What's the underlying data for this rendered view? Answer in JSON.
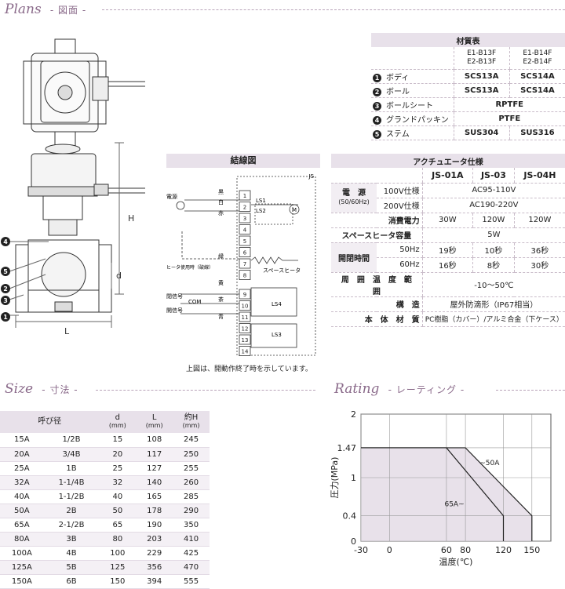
{
  "plans": {
    "title": "Plans",
    "subtitle": "- 図面 -"
  },
  "drawing": {
    "dim_H": "H",
    "dim_d": "d",
    "dim_L": "L",
    "callouts": [
      "4",
      "5",
      "2",
      "3",
      "1"
    ]
  },
  "materials": {
    "title": "材質表",
    "col1": [
      "E1-B13F",
      "E2-B13F"
    ],
    "col2": [
      "E1-B14F",
      "E2-B14F"
    ],
    "rows": [
      {
        "no": "1",
        "name": "ボディ",
        "v1": "SCS13A",
        "v2": "SCS14A"
      },
      {
        "no": "2",
        "name": "ボール",
        "v1": "SCS13A",
        "v2": "SCS14A"
      },
      {
        "no": "3",
        "name": "ボールシート",
        "v": "RPTFE"
      },
      {
        "no": "4",
        "name": "グランドパッキン",
        "v": "PTFE"
      },
      {
        "no": "5",
        "name": "ステム",
        "v1": "SUS304",
        "v2": "SUS316"
      }
    ]
  },
  "wiring": {
    "title": "結線図",
    "js": "JS",
    "power": "電源",
    "colors": [
      "黒",
      "白",
      "赤",
      "緑",
      "黄",
      "茶",
      "青"
    ],
    "terminals": [
      "1",
      "2",
      "3",
      "4",
      "5",
      "6",
      "7",
      "8",
      "9",
      "10",
      "11",
      "12",
      "13",
      "14"
    ],
    "switches": [
      "LS1",
      "LS2",
      "LS4",
      "LS3"
    ],
    "motor": "M",
    "heater_note": "ヒータ使用時（破線）",
    "heater": "スペースヒータ",
    "close_sig": "閉信号",
    "open_sig": "開信号",
    "com": "COM",
    "note": "上図は、開動作終了時を示しています。"
  },
  "actuator": {
    "title": "アクチュエータ仕様",
    "models": [
      "JS-01A",
      "JS-03",
      "JS-04H"
    ],
    "power_label": "電　源",
    "power_sub": "(50/60Hz)",
    "power_rows": [
      {
        "k": "100V仕様",
        "v": "AC95-110V"
      },
      {
        "k": "200V仕様",
        "v": "AC190-220V"
      }
    ],
    "consumption": {
      "k": "消費電力",
      "v": [
        "30W",
        "120W",
        "120W"
      ]
    },
    "heater_cap": {
      "k": "スペースヒータ容量",
      "v": "5W"
    },
    "time_label": "開閉時間",
    "time_rows": [
      {
        "k": "50Hz",
        "v": [
          "19秒",
          "10秒",
          "36秒"
        ]
      },
      {
        "k": "60Hz",
        "v": [
          "16秒",
          "8秒",
          "30秒"
        ]
      }
    ],
    "ambient": {
      "k": "周　囲　温　度　範　囲",
      "v": "-10〜50℃"
    },
    "structure": {
      "k": "構　造",
      "v": "屋外防滴形（IP67相当）"
    },
    "body_mat": {
      "k": "本　体　材　質",
      "v": "PC樹脂（カバー）/アルミ合金（下ケース）"
    }
  },
  "size": {
    "title": "Size",
    "subtitle": "- 寸法 -",
    "headers": {
      "nominal": "呼び径",
      "d": "d",
      "L": "L",
      "H": "約H",
      "unit": "(mm)"
    },
    "rows": [
      [
        "15A",
        "1/2B",
        "15",
        "108",
        "245"
      ],
      [
        "20A",
        "3/4B",
        "20",
        "117",
        "250"
      ],
      [
        "25A",
        "1B",
        "25",
        "127",
        "255"
      ],
      [
        "32A",
        "1-1/4B",
        "32",
        "140",
        "260"
      ],
      [
        "40A",
        "1-1/2B",
        "40",
        "165",
        "285"
      ],
      [
        "50A",
        "2B",
        "50",
        "178",
        "290"
      ],
      [
        "65A",
        "2-1/2B",
        "65",
        "190",
        "350"
      ],
      [
        "80A",
        "3B",
        "80",
        "203",
        "410"
      ],
      [
        "100A",
        "4B",
        "100",
        "229",
        "425"
      ],
      [
        "125A",
        "5B",
        "125",
        "356",
        "470"
      ],
      [
        "150A",
        "6B",
        "150",
        "394",
        "555"
      ]
    ]
  },
  "rating": {
    "title": "Rating",
    "subtitle": "- レーティング -",
    "chart_data": {
      "type": "line",
      "xlabel": "温度(℃)",
      "ylabel": "圧力(MPa)",
      "xlim": [
        -30,
        170
      ],
      "ylim": [
        0,
        2
      ],
      "x_ticks": [
        "-30",
        "0",
        "60",
        "80",
        "120",
        "150"
      ],
      "x_tick_values": [
        -30,
        0,
        60,
        80,
        120,
        150
      ],
      "y_ticks": [
        "0",
        "0.4",
        "1",
        "1.47",
        "2"
      ],
      "y_tick_values": [
        0,
        0.4,
        1,
        1.47,
        2
      ],
      "series": [
        {
          "name": "~50A",
          "x": [
            -30,
            80,
            150,
            150
          ],
          "y": [
            1.47,
            1.47,
            0.4,
            0
          ]
        },
        {
          "name": "65A~",
          "x": [
            -30,
            60,
            120,
            120
          ],
          "y": [
            1.47,
            1.47,
            0.4,
            0
          ]
        }
      ],
      "grid": true
    }
  }
}
